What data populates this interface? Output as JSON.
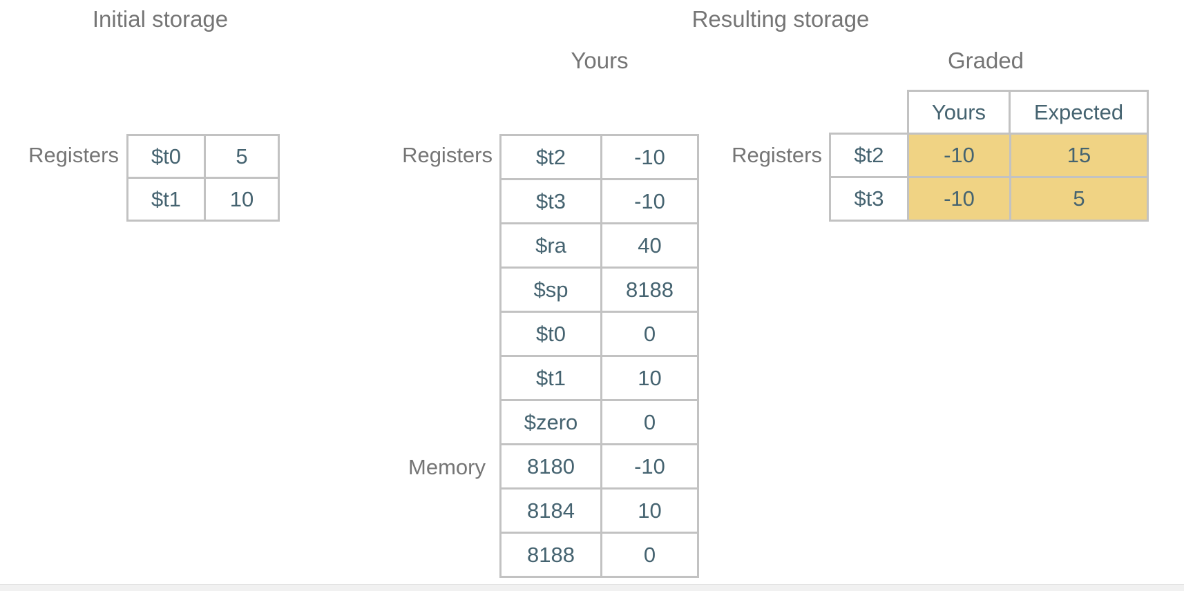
{
  "colors": {
    "mismatch_highlight": "#f0d384",
    "cell_text": "#456370",
    "label_text": "#757575",
    "table_border": "#c2c2c2",
    "divider_background": "#f1f1f1"
  },
  "headings": {
    "initial_storage": "Initial storage",
    "resulting_storage": "Resulting storage",
    "yours": "Yours",
    "graded": "Graded"
  },
  "initial_storage": {
    "registers_label": "Registers",
    "rows": [
      {
        "name": "$t0",
        "value": "5"
      },
      {
        "name": "$t1",
        "value": "10"
      }
    ]
  },
  "resulting_yours": {
    "registers_label": "Registers",
    "memory_label": "Memory",
    "rows": [
      {
        "name": "$t2",
        "value": "-10"
      },
      {
        "name": "$t3",
        "value": "-10"
      },
      {
        "name": "$ra",
        "value": "40"
      },
      {
        "name": "$sp",
        "value": "8188"
      },
      {
        "name": "$t0",
        "value": "0"
      },
      {
        "name": "$t1",
        "value": "10"
      },
      {
        "name": "$zero",
        "value": "0"
      },
      {
        "name": "8180",
        "value": "-10"
      },
      {
        "name": "8184",
        "value": "10"
      },
      {
        "name": "8188",
        "value": "0"
      }
    ]
  },
  "graded": {
    "registers_label": "Registers",
    "columns": {
      "yours": "Yours",
      "expected": "Expected"
    },
    "rows": [
      {
        "name": "$t2",
        "yours": "-10",
        "expected": "15"
      },
      {
        "name": "$t3",
        "yours": "-10",
        "expected": "5"
      }
    ]
  }
}
